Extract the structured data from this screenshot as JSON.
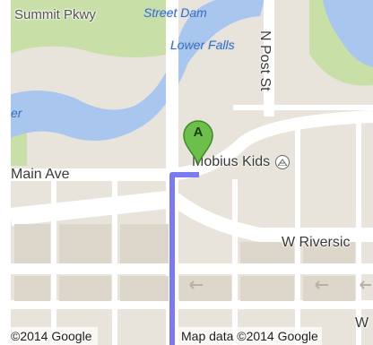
{
  "map": {
    "labels": {
      "summit": "Summit Pkwy",
      "street_dam": "Street Dam",
      "n_post_st": "N Post St",
      "lower_falls": "Lower Falls",
      "river_partial": "er",
      "main_ave": "Main Ave",
      "w_riverside": "W Riversic",
      "w_partial": "W"
    },
    "poi": {
      "name": "Mobius Kids",
      "icon": "attraction-icon"
    },
    "marker": {
      "letter": "A",
      "color": "#6cbf4a"
    },
    "route": {
      "color": "#7b7bf0"
    },
    "footer": {
      "copyright": "©2014 Google",
      "map_data": "Map data ©2014 Google"
    },
    "colors": {
      "land": "#e8e4dc",
      "water": "#a9c7ee",
      "park": "#c8dfa8",
      "road": "#ffffff"
    }
  }
}
